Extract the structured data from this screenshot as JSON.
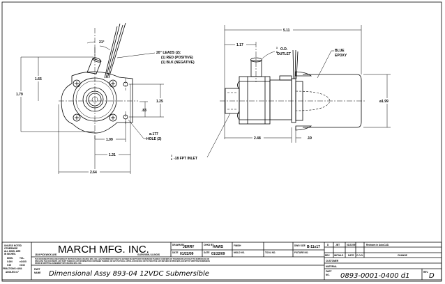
{
  "front_view": {
    "dim_angle": "21°",
    "leads_note": [
      "20\" LEADS (2):",
      "(1) RED (POSITIVE)",
      "(1) BLK (NEGATIVE)"
    ],
    "dim_overall_height": "1.79",
    "dim_center_height": "1.65",
    "dim_hole_spacing": "1.25",
    "dim_hole_offset": ".83",
    "dim_hole_x": "1.09",
    "dim_tab_x": "1.31",
    "dim_overall_width": "2.64",
    "hole_note": [
      "ø.177",
      "HOLE (2)"
    ],
    "inlet_note_fraction": [
      "3",
      "8"
    ],
    "inlet_note": "-18 FPT INLET"
  },
  "side_view": {
    "dim_overall_length": "5.11",
    "dim_outlet_position": "1.17",
    "outlet_note_fraction": [
      "3",
      "8"
    ],
    "outlet_note": [
      "O.D.",
      "OUTLET"
    ],
    "epoxy_note": [
      "BLUE",
      "EPOXY"
    ],
    "dim_diameter": "ø1.99",
    "dim_body_length": "2.48",
    "dim_flange": ".19"
  },
  "title_block": {
    "tolerance_notes": [
      "UNLESS NOTED",
      "OTHERWISE",
      "ALL DIMS. ARE",
      "IN INCHES."
    ],
    "tol_header": [
      "DIMS.",
      "TOL."
    ],
    "tol_rows": [
      [
        "0.000",
        "±0.005"
      ],
      [
        "0.00",
        "±0.02"
      ]
    ],
    "fractions": "FRACTIONS ±1/64",
    "angles": "ANGLES ±1°",
    "company": "MARCH MFG. INC.",
    "address": "1819 PICKWICK AVE.",
    "city": "GLENVIEW, ILLINOIS",
    "drawn_by_label": "DRAWN BY",
    "drawn_by": "JERRY",
    "chkd_by_label": "CHKD BY",
    "chkd_by": "HAWS",
    "date_label": "DATE",
    "drawn_date": "01/22/09",
    "chkd_date": "01/22/09",
    "finish_label": "FINISH",
    "mold_label": "MOLD NO.",
    "tool_label": "TOOL NO.",
    "dwg_size_label": "DWG SIZE",
    "dwg_size": "B-11x17",
    "fixture_label": "FIXTURE NO.",
    "notice": [
      "THIS DOCUMENT DISCLOSES SUBJECT MATTER IN WHICH MARCH MFG. INC. HAS PROPRIETARY RIGHTS. NEITHER RECEIPT NOR POSSESSION THEREOF CONFERS OR TRANSFERS ANY RIGHT TO REPRODUCE OR",
      "DISCLOSE THE DOCUMENT, ANY PART THEREOF, ANY INFORMATION CONTAINED THEREIN, OR ANY PHYSICAL ARTICLE OR DEVICE OR TO PRACTICE ANY METHOD OR PROCESS, EXCEPT BY WRITTEN PERMISSION",
      "FROM OR WRITTEN AGREEMENT WITH MARCH MFG. INC."
    ],
    "part_name_label": [
      "PART",
      "NAME"
    ],
    "part_name": "Dimensional Assy 893-04 12VDC Submersible",
    "revision_rows": [
      {
        "rev": "D",
        "initials": "JBT",
        "date": "01/22/09",
        "coo": "",
        "change": "Redrawn in AutoCAD."
      }
    ],
    "rev_headers": [
      "REV.",
      "INITIALS",
      "DATE",
      "C.O.O.",
      "CHANGE"
    ],
    "customer_label": "CUSTOMER",
    "material_label": "MATERIAL",
    "part_no_label": [
      "PART",
      "NO."
    ],
    "part_no": "0893-0001-0400 d1",
    "rev_label": "REV.",
    "rev": "D"
  }
}
